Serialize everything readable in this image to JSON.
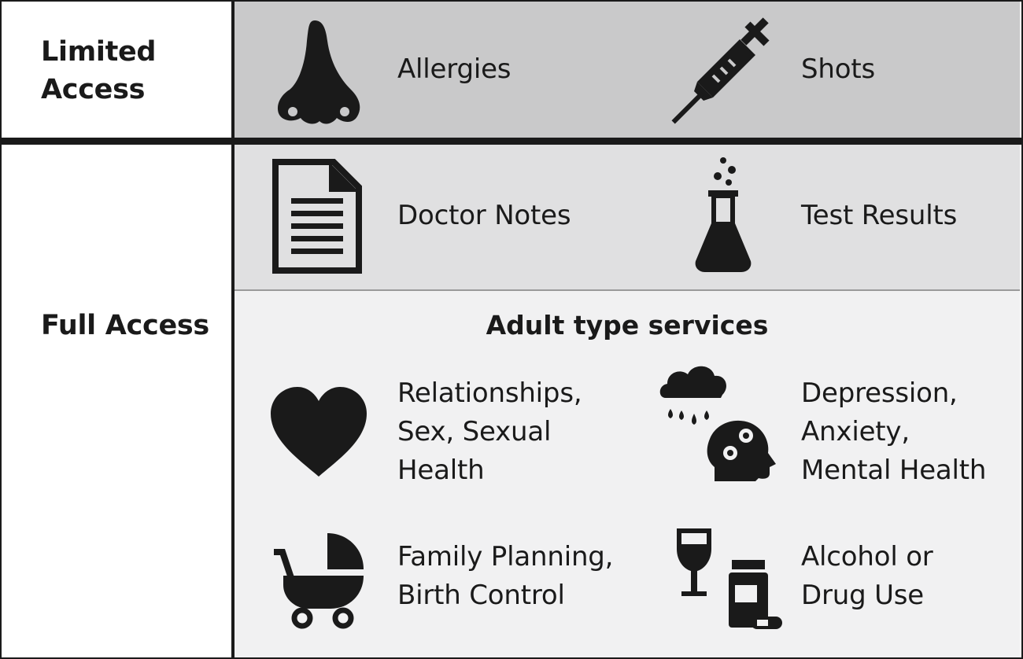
{
  "rows": {
    "limited_label": [
      "Limited",
      "Access"
    ],
    "full_label": "Full Access"
  },
  "limited": {
    "allergies": "Allergies",
    "shots": "Shots"
  },
  "records": {
    "doctor_notes": "Doctor Notes",
    "test_results": "Test Results"
  },
  "adult": {
    "heading": "Adult type services",
    "relationships": [
      "Relationships,",
      "Sex, Sexual",
      "Health"
    ],
    "mental": [
      "Depression,",
      "Anxiety,",
      "Mental Health"
    ],
    "family": [
      "Family Planning,",
      "Birth Control"
    ],
    "substance": [
      "Alcohol or",
      "Drug Use"
    ]
  },
  "icons": {
    "allergies": "nose-icon",
    "shots": "syringe-icon",
    "doctor_notes": "document-icon",
    "test_results": "flask-icon",
    "relationships": "heart-icon",
    "mental": "cloud-head-icon",
    "family": "stroller-icon",
    "substance": "wine-pills-icon"
  },
  "colors": {
    "limited_band": "#c9c9ca",
    "records_band": "#e0e0e1",
    "adult_band": "#f1f1f2",
    "ink": "#1a1a1a"
  }
}
